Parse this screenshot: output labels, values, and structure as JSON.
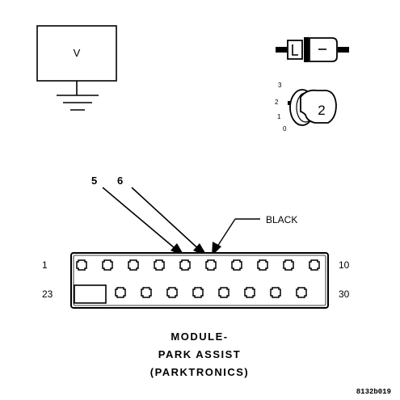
{
  "voltmeter": {
    "label": "V"
  },
  "ignition": {
    "positions": [
      "3",
      "2",
      "1",
      "0"
    ],
    "key_position": "2"
  },
  "callouts": {
    "pin_a": "5",
    "pin_b": "6",
    "wire_color": "BLACK"
  },
  "connector": {
    "top_row_first": "1",
    "top_row_last": "10",
    "bottom_row_first": "23",
    "bottom_row_last": "30",
    "top_row_terminals": 10,
    "bottom_row_terminals": 8
  },
  "title": {
    "line1": "MODULE-",
    "line2": "PARK ASSIST",
    "line3": "(PARKTRONICS)"
  },
  "figure_id": "8132b019"
}
